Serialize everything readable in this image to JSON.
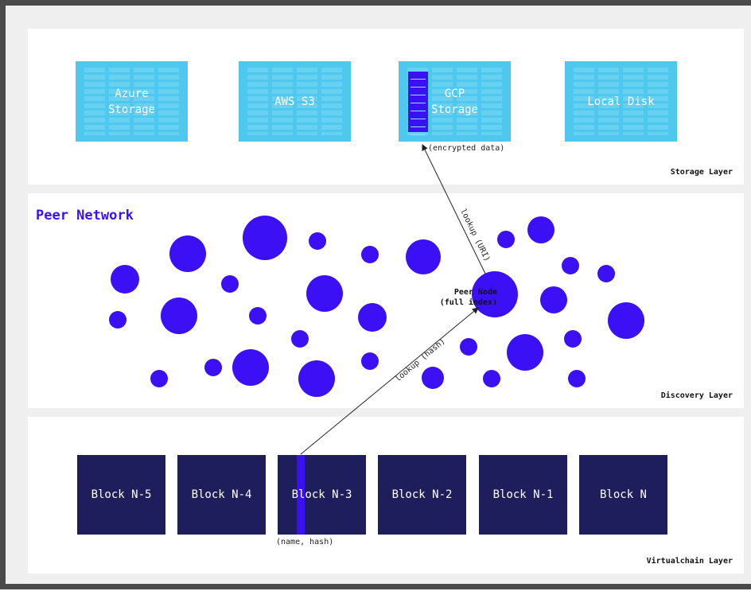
{
  "storage_layer": {
    "label": "Storage Layer",
    "providers": [
      {
        "name": "Azure\nStorage"
      },
      {
        "name": "AWS S3"
      },
      {
        "name": "GCP\nStorage"
      },
      {
        "name": "Local Disk"
      }
    ],
    "annotation": "(encrypted data)"
  },
  "discovery_layer": {
    "label": "Discovery Layer",
    "title": "Peer Network",
    "peer_node_label": "Peer Node\n(full index)",
    "lookup_uri": "lookup (URI)",
    "lookup_hash": "lookup (hash)"
  },
  "virtualchain_layer": {
    "label": "Virtualchain Layer",
    "blocks": [
      "Block N-5",
      "Block N-4",
      "Block N-3",
      "Block N-2",
      "Block N-1",
      "Block N"
    ],
    "annotation": "(name, hash)"
  },
  "colors": {
    "peer": "#3c10f5",
    "storage": "#4fc8ef",
    "block": "#1e1e5c",
    "frame": "#4a4a4a"
  }
}
